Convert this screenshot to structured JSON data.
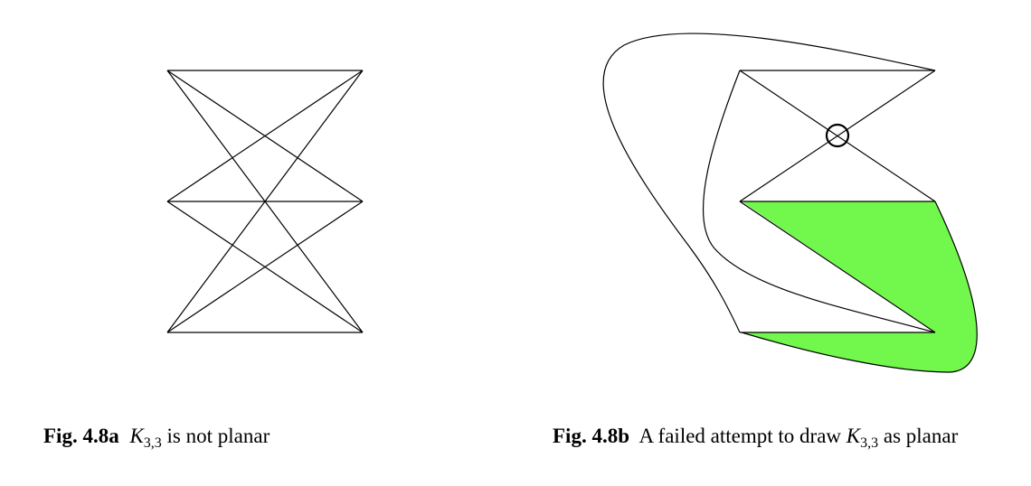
{
  "figure_a": {
    "label": "Fig. 4.8a",
    "math_letter": "K",
    "math_subscript": "3,3",
    "text": "is not planar"
  },
  "figure_b": {
    "label": "Fig. 4.8b",
    "text_before": "A failed attempt to draw",
    "math_letter": "K",
    "math_subscript": "3,3",
    "text_after": "as planar"
  },
  "colors": {
    "line": "#000000",
    "region_fill": "#72f74d",
    "background": "#ffffff"
  }
}
